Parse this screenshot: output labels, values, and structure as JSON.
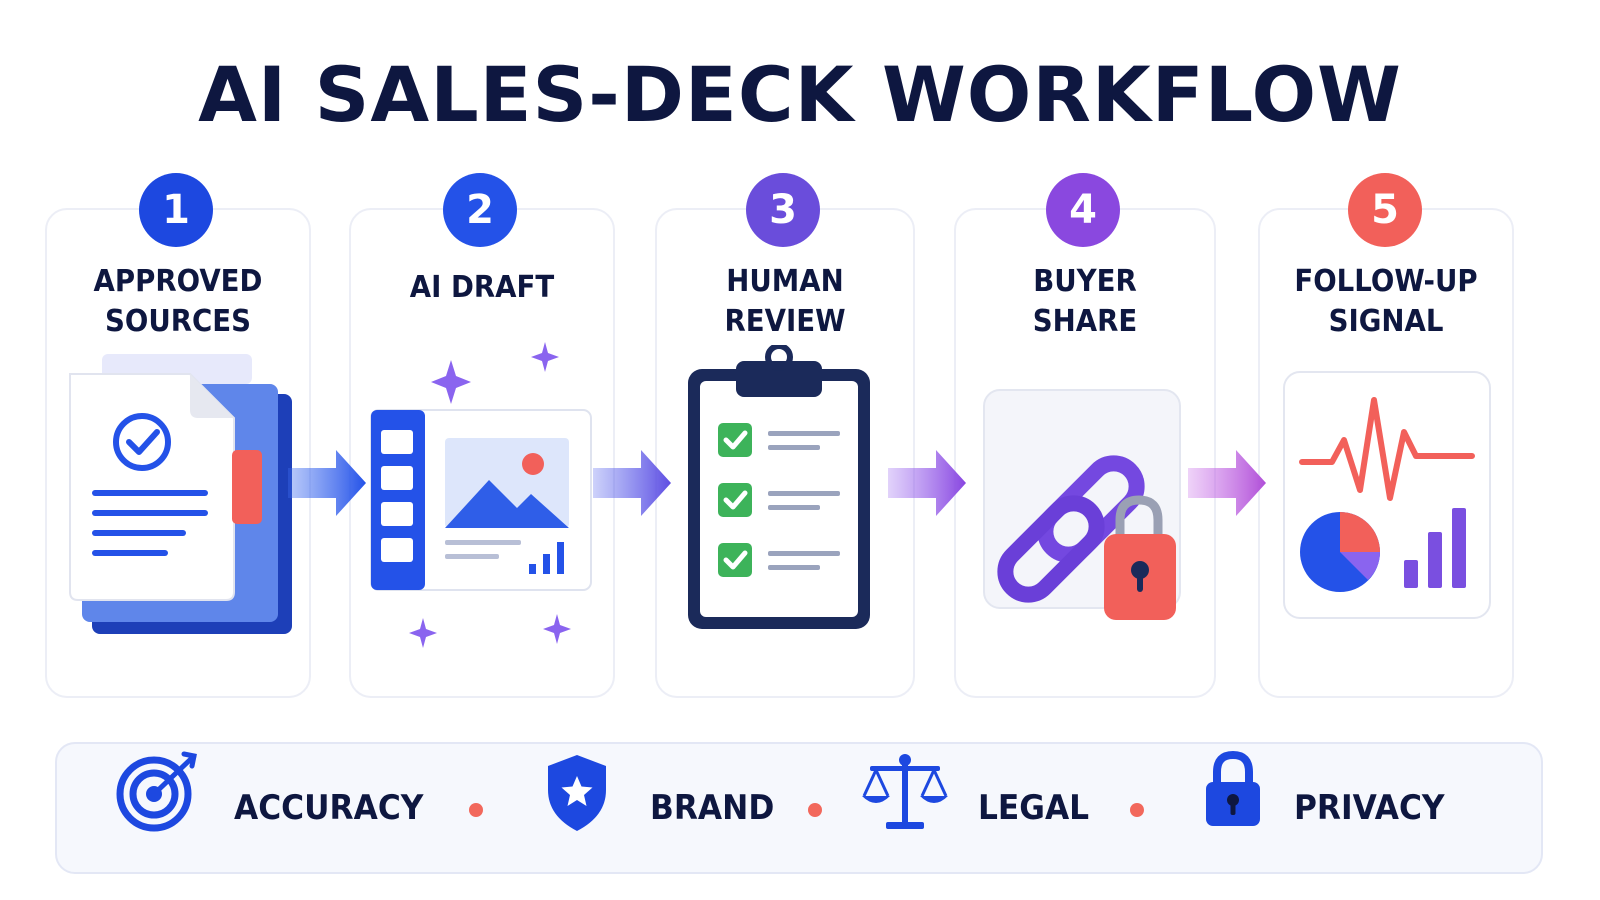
{
  "title": "AI SALES-DECK WORKFLOW",
  "steps": [
    {
      "number": "1",
      "label": "APPROVED\nSOURCES",
      "color": "#1d48e0"
    },
    {
      "number": "2",
      "label": "AI DRAFT",
      "color": "#2452e8"
    },
    {
      "number": "3",
      "label": "HUMAN\nREVIEW",
      "color": "#6a4ddb"
    },
    {
      "number": "4",
      "label": "BUYER\nSHARE",
      "color": "#8a48df"
    },
    {
      "number": "5",
      "label": "FOLLOW-UP\nSIGNAL",
      "color": "#f2605a"
    }
  ],
  "pillars": [
    {
      "label": "ACCURACY",
      "icon": "target-icon"
    },
    {
      "label": "BRAND",
      "icon": "shield-star-icon"
    },
    {
      "label": "LEGAL",
      "icon": "scales-icon"
    },
    {
      "label": "PRIVACY",
      "icon": "padlock-icon"
    }
  ],
  "colors": {
    "blue": "#2452e8",
    "purple": "#7448e0",
    "coral": "#f2605a",
    "navy": "#0e1740",
    "green": "#3db35a"
  }
}
